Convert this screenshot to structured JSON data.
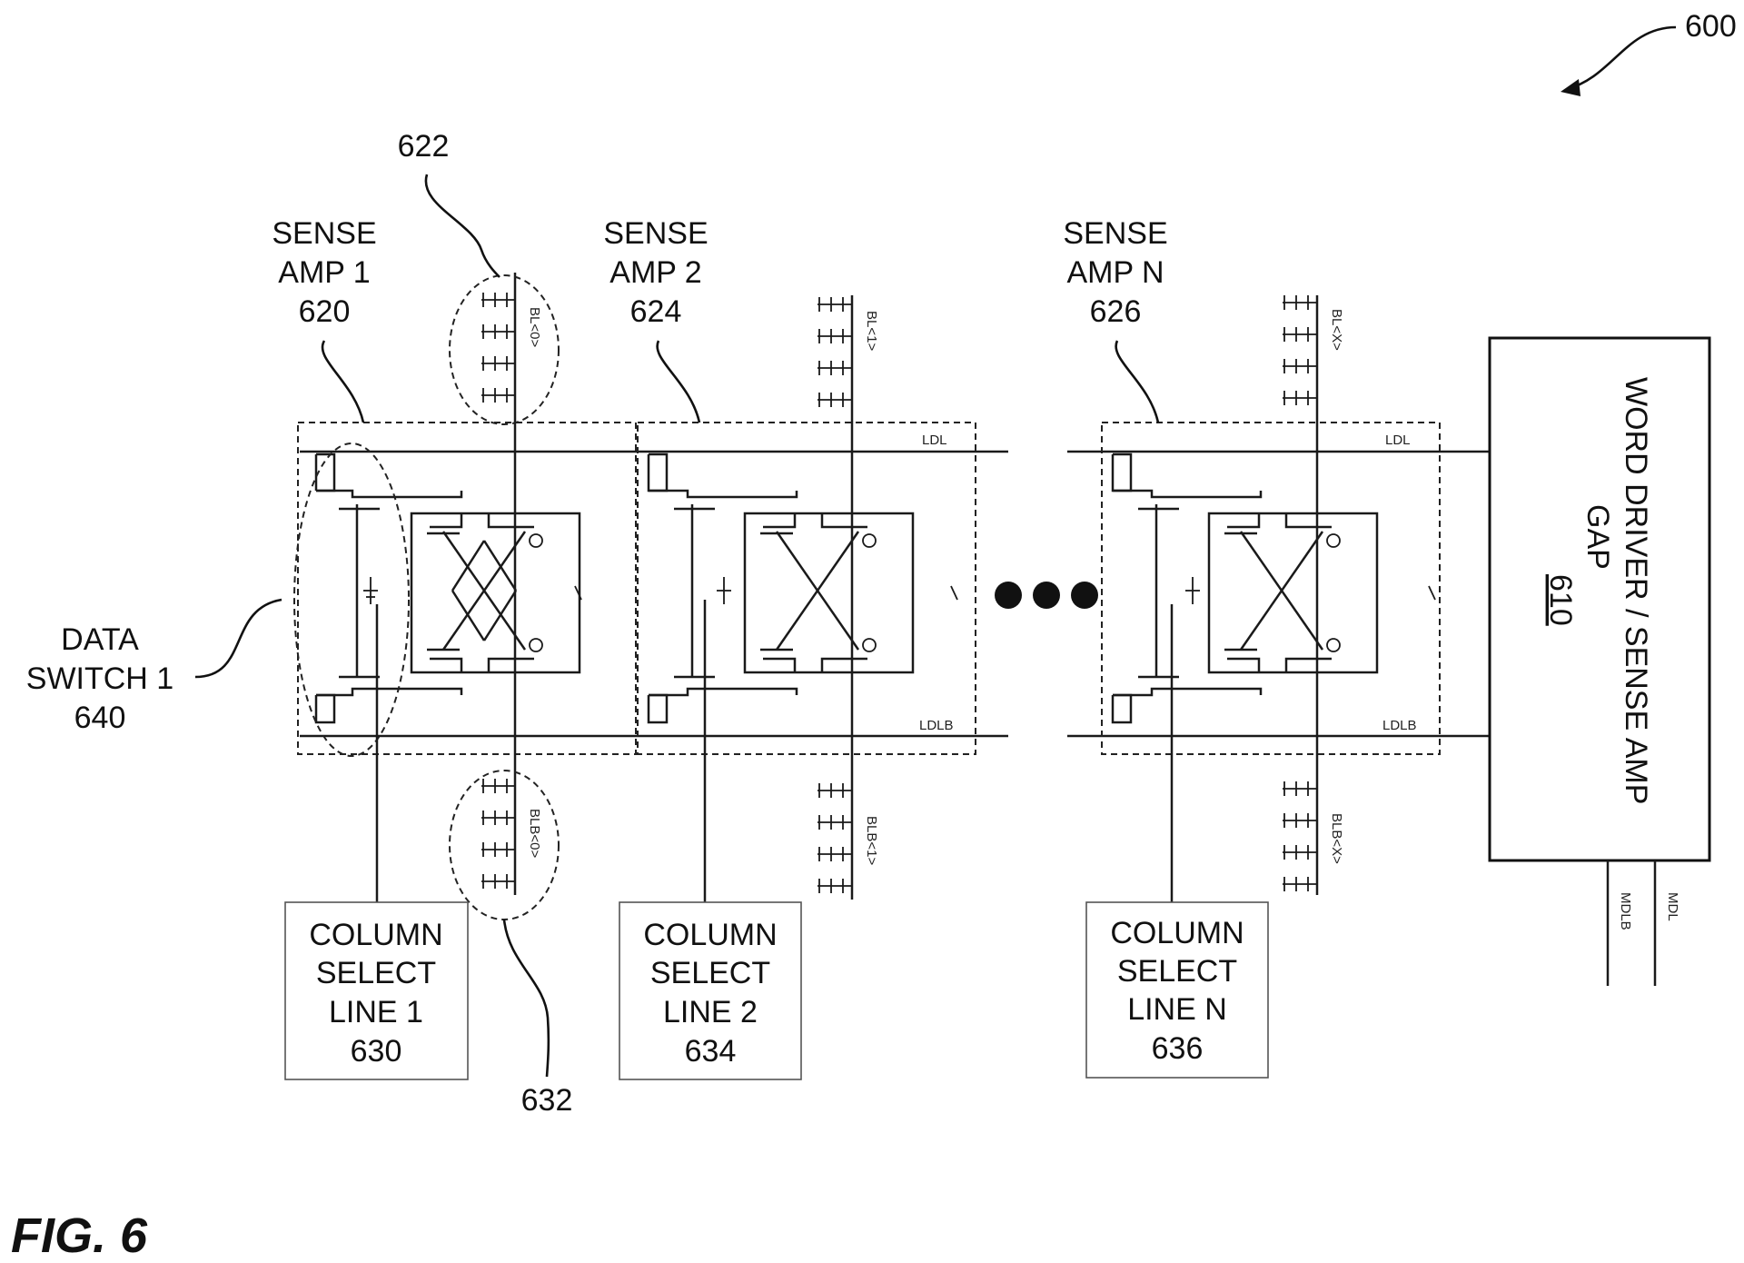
{
  "figure": {
    "ref_number": "600",
    "fig_label": "FIG. 6"
  },
  "sense_amps": [
    {
      "line1": "SENSE",
      "line2": "AMP 1",
      "ref": "620",
      "bl": "BL<0>",
      "blb": "BLB<0>"
    },
    {
      "line1": "SENSE",
      "line2": "AMP 2",
      "ref": "624",
      "bl": "BL<1>",
      "blb": "BLB<1>"
    },
    {
      "line1": "SENSE",
      "line2": "AMP N",
      "ref": "626",
      "bl": "BL<X>",
      "blb": "BLB<X>"
    }
  ],
  "column_selects": [
    {
      "line1": "COLUMN",
      "line2": "SELECT",
      "line3": "LINE 1",
      "ref": "630"
    },
    {
      "line1": "COLUMN",
      "line2": "SELECT",
      "line3": "LINE 2",
      "ref": "634"
    },
    {
      "line1": "COLUMN",
      "line2": "SELECT",
      "line3": "LINE N",
      "ref": "636"
    }
  ],
  "data_switch": {
    "line1": "DATA",
    "line2": "SWITCH 1",
    "ref": "640"
  },
  "callouts": {
    "bl_group": "622",
    "blb_group": "632"
  },
  "word_driver": {
    "line1": "WORD DRIVER / SENSE AMP",
    "line2": "GAP",
    "ref": "610"
  },
  "signals": {
    "ldl": "LDL",
    "ldlb": "LDLB",
    "mdl": "MDL",
    "mdlb": "MDLB"
  }
}
